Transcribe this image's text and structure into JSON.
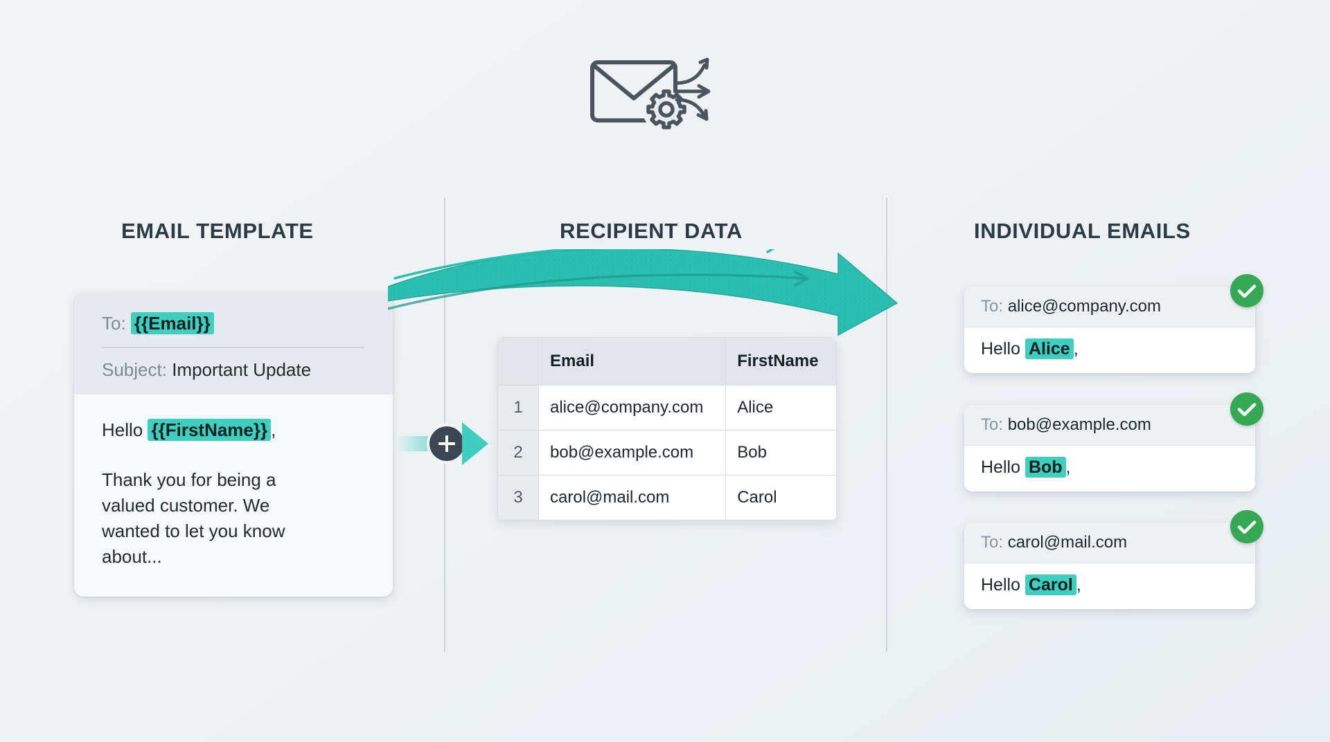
{
  "hero": {
    "icon": "envelope-gear-distribute-icon"
  },
  "columns": {
    "template_title": "EMAIL TEMPLATE",
    "data_title": "RECIPIENT DATA",
    "emails_title": "INDIVIDUAL EMAILS"
  },
  "template_card": {
    "to_label": "To:",
    "to_token": "{{Email}}",
    "subject_label": "Subject:",
    "subject_value": "Important Update",
    "greeting_prefix": "Hello",
    "greeting_token": "{{FirstName}}",
    "greeting_suffix": ",",
    "body_paragraph": "Thank you for being a valued customer. We wanted to let you know about..."
  },
  "merge": {
    "plus_label": "+",
    "icon": "merge-plus-icon",
    "arrow_icon": "arrow-right-icon"
  },
  "recipient_table": {
    "index_header": "",
    "headers": [
      "Email",
      "FirstName"
    ],
    "rows": [
      {
        "index": "1",
        "email": "alice@company.com",
        "firstname": "Alice"
      },
      {
        "index": "2",
        "email": "bob@example.com",
        "firstname": "Bob"
      },
      {
        "index": "3",
        "email": "carol@mail.com",
        "firstname": "Carol"
      }
    ]
  },
  "individual_emails": [
    {
      "to_label": "To:",
      "to_value": "alice@company.com",
      "greeting_prefix": "Hello",
      "greeting_name": "Alice",
      "greeting_suffix": ",",
      "status": "sent-check-icon"
    },
    {
      "to_label": "To:",
      "to_value": "bob@example.com",
      "greeting_prefix": "Hello",
      "greeting_name": "Bob",
      "greeting_suffix": ",",
      "status": "sent-check-icon"
    },
    {
      "to_label": "To:",
      "to_value": "carol@mail.com",
      "greeting_prefix": "Hello",
      "greeting_name": "Carol",
      "greeting_suffix": ",",
      "status": "sent-check-icon"
    }
  ],
  "colors": {
    "background": "#eef2f5",
    "accent_teal": "#3ecfc0",
    "arrow_teal": "#2bbfb2",
    "success_green": "#34a853",
    "heading": "#2b3a45",
    "divider": "#ccd4d9",
    "dark_badge": "#3c4650"
  }
}
